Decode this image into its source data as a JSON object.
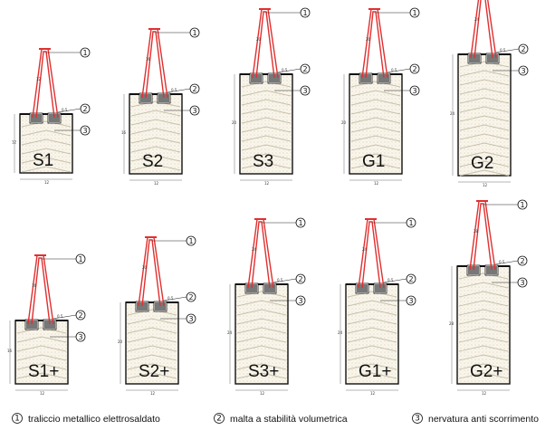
{
  "diagram": {
    "sections": [
      {
        "label": "S1",
        "dim_h": "12",
        "dim_w": "12",
        "dim_mortar": "0.5"
      },
      {
        "label": "S2",
        "dim_h": "16",
        "dim_w": "12",
        "dim_mortar": "0.5"
      },
      {
        "label": "S3",
        "dim_h": "20",
        "dim_w": "12",
        "dim_mortar": "0.5"
      },
      {
        "label": "G1",
        "dim_h": "20",
        "dim_w": "12",
        "dim_mortar": "0.5"
      },
      {
        "label": "G2",
        "dim_h": "24",
        "dim_w": "12",
        "dim_mortar": "0.5"
      },
      {
        "label": "S1+",
        "dim_h": "16",
        "dim_w": "12",
        "dim_mortar": "0.5"
      },
      {
        "label": "S2+",
        "dim_h": "20",
        "dim_w": "12",
        "dim_mortar": "0.5"
      },
      {
        "label": "S3+",
        "dim_h": "24",
        "dim_w": "12",
        "dim_mortar": "0.5"
      },
      {
        "label": "G1+",
        "dim_h": "24",
        "dim_w": "12",
        "dim_mortar": "0.5"
      },
      {
        "label": "G2+",
        "dim_h": "28",
        "dim_w": "12",
        "dim_mortar": "0.5"
      }
    ],
    "callout_numbers": [
      "1",
      "2",
      "3"
    ],
    "legend": [
      {
        "number": "1",
        "text": "traliccio metallico elettrosaldato"
      },
      {
        "number": "2",
        "text": "malta a stabilità volumetrica"
      },
      {
        "number": "3",
        "text": "nervatura anti scorrimento"
      }
    ],
    "colors": {
      "truss": "#e03030",
      "bar": "#777777",
      "hatch": "#c8c0aa",
      "outline": "#111111",
      "fill": "#faf6ec"
    }
  }
}
